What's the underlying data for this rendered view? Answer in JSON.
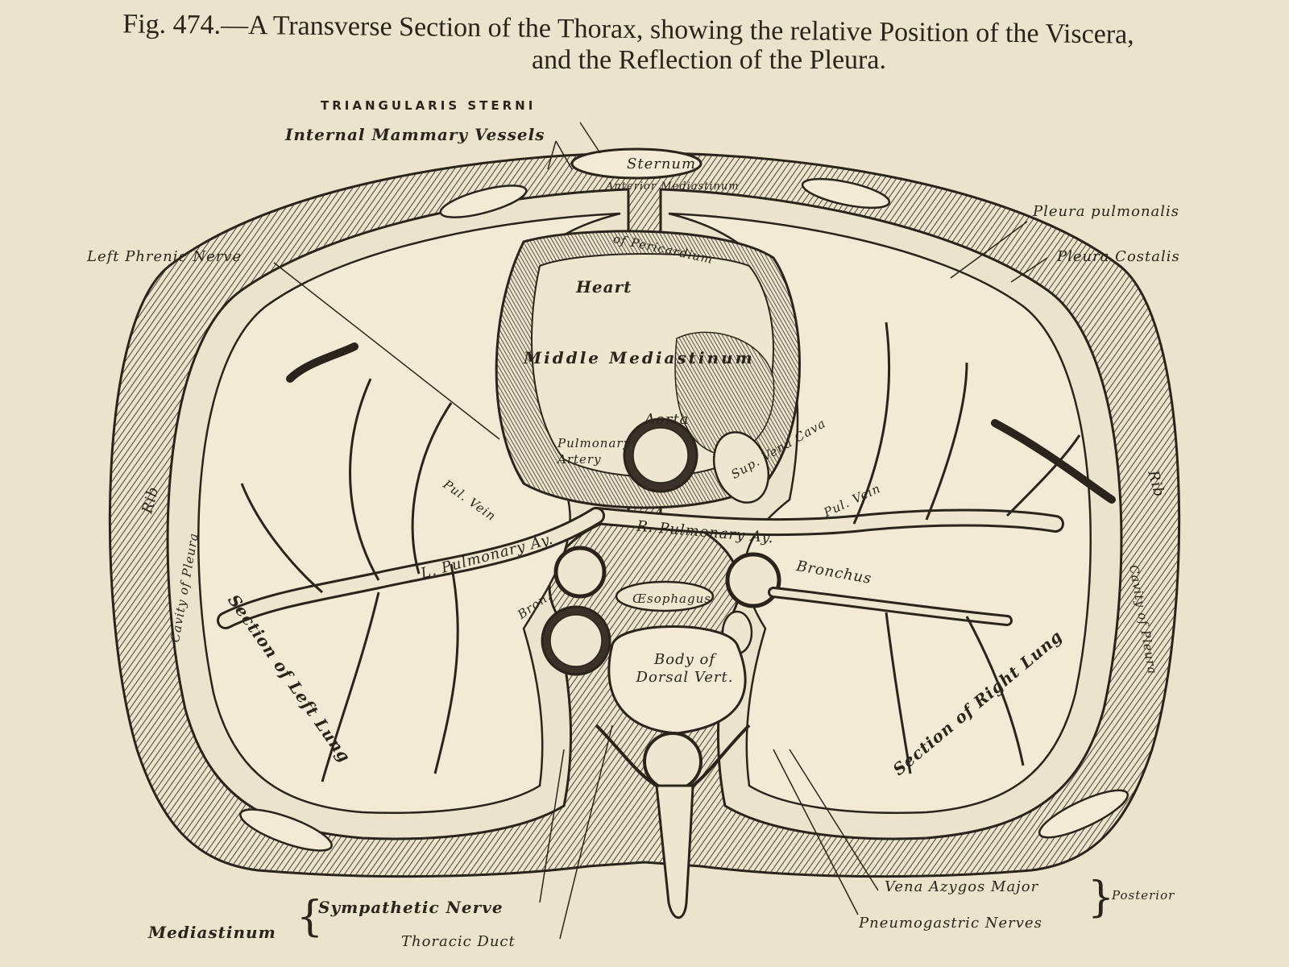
{
  "caption": {
    "line1": "Fig. 474.—A Transverse Section of the Thorax, showing the relative Position of the Viscera,",
    "line2": "and the Reflection of the Pleura."
  },
  "labels": {
    "triangularis_sterni": "TRIANGULARIS STERNI",
    "internal_mammary_vessels": "Internal Mammary Vessels",
    "sternum": "Sternum",
    "anterior_mediastinum": "Anterior Mediastinum",
    "pleura_pulmonalis": "Pleura pulmonalis",
    "pleura_costalis": "Pleura Costalis",
    "left_phrenic_nerve": "Left Phrenic Nerve",
    "heart": "Heart",
    "middle_mediastinum": "Middle Mediastinum",
    "aorta": "Aorta",
    "pulmonary_artery": "Pulmonary Artery",
    "sup_vena_cava": "Sup. Vena Cava",
    "pul_vein_left": "Pul. Vein",
    "pul_vein_right": "Pul. Vein",
    "l_pulmonary_ay": "L. Pulmonary Ay.",
    "r_pulmonary_ay": "R. Pulmonary Ay.",
    "bronchus": "Bronchus",
    "bron": "Bron.",
    "oesophagus": "Œsophagus",
    "desc_aorta": "Desc. Aorta",
    "body_of_dorsal_vert": "Body of Dorsal Vert.",
    "rib_left": "Rib",
    "rib_right": "Rib",
    "cavity_of_pleura_left": "Cavity of Pleura",
    "cavity_of_pleura_right": "Cavity of Pleura",
    "section_of_left_lung": "Section of Left Lung",
    "section_of_right_lung": "Section of Right Lung",
    "pericardium": "of Pericardium",
    "mediastinum": "Mediastinum",
    "sympathetic_nerve": "Sympathetic Nerve",
    "thoracic_duct": "Thoracic Duct",
    "vena_azygos_major": "Vena Azygos Major",
    "pneumogastric_nerves": "Pneumogastric Nerves",
    "posterior": "Posterior"
  },
  "colors": {
    "paper": "#ece3cc",
    "ink": "#2a241c",
    "shade": "#4a4034"
  }
}
